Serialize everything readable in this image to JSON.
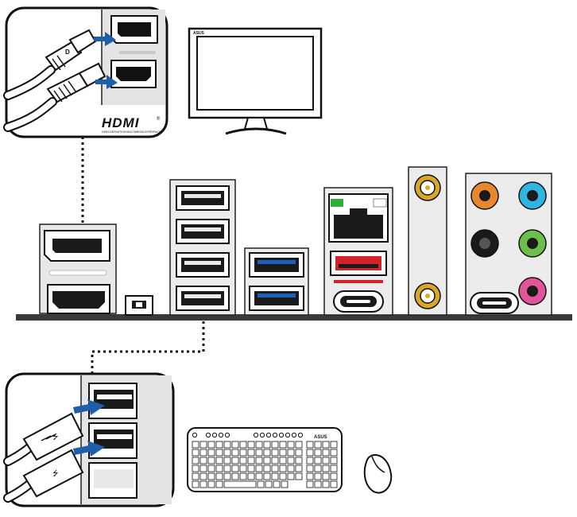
{
  "diagram": {
    "hdmi_inset": {
      "logo_text": "HDMI",
      "logo_tagline": "HIGH-DEFINITION MULTIMEDIA INTERFACE",
      "trademark": "®",
      "plug_mark": "D"
    },
    "monitor": {
      "brand": "ASUS"
    },
    "keyboard": {
      "brand": "ASUS"
    },
    "io_panel": {
      "ports": [
        "displayport-port",
        "hdmi-port",
        "bios-flashback-button",
        "usb-a-port-1",
        "usb-a-port-2",
        "usb-a-port-3",
        "usb-a-port-4",
        "usb-3-port-1",
        "usb-3-port-2",
        "lan-port",
        "usb-a-red-port",
        "usb-c-port-1",
        "wifi-antenna-connector-1",
        "wifi-antenna-connector-2",
        "audio-jack-orange",
        "audio-jack-blue",
        "audio-jack-black",
        "audio-jack-green",
        "audio-jack-pink",
        "usb-c-port-2"
      ],
      "colors": {
        "usb3_blue": "#1f5fbf",
        "usb_red": "#d2232a",
        "lan_led_green": "#2fae3c",
        "antenna_gold": "#d9a82a",
        "audio_orange": "#e8882e",
        "audio_blue": "#2fb5e0",
        "audio_black": "#1a1a1a",
        "audio_green": "#6cc04a",
        "audio_pink": "#e0559a",
        "arrow_blue": "#1f5fa8"
      }
    }
  }
}
